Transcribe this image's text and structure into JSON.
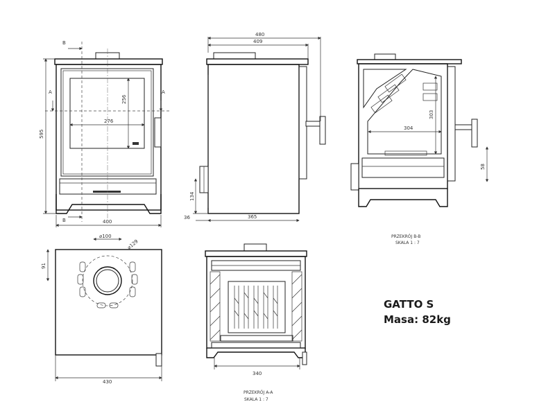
{
  "product": {
    "name": "GATTO S",
    "mass_label": "Masa: 82kg"
  },
  "front_view": {
    "section_mark_top": "B",
    "section_mark_bottom": "B",
    "section_mark_left": "A",
    "section_mark_right": "A",
    "dim_width": "400",
    "dim_height": "595",
    "dim_glass_width": "276",
    "dim_glass_height": "256"
  },
  "side_view": {
    "dim_overall": "480",
    "dim_body": "409",
    "dim_depth": "365",
    "dim_offset": "36",
    "dim_outlet_height": "134"
  },
  "section_bb": {
    "caption_line1": "PRZEKRÓJ B-B",
    "caption_line2": "SKALA 1 : 7",
    "dim_chamber_width": "304",
    "dim_chamber_height": "303",
    "dim_air": "58"
  },
  "top_view": {
    "dim_outlet_dia": "⌀100",
    "dim_collar_dia": "⌀129",
    "dim_offset": "91",
    "dim_width": "430"
  },
  "section_aa": {
    "caption_line1": "PRZEKRÓJ A-A",
    "caption_line2": "SKALA 1 : 7",
    "dim_width": "340"
  }
}
